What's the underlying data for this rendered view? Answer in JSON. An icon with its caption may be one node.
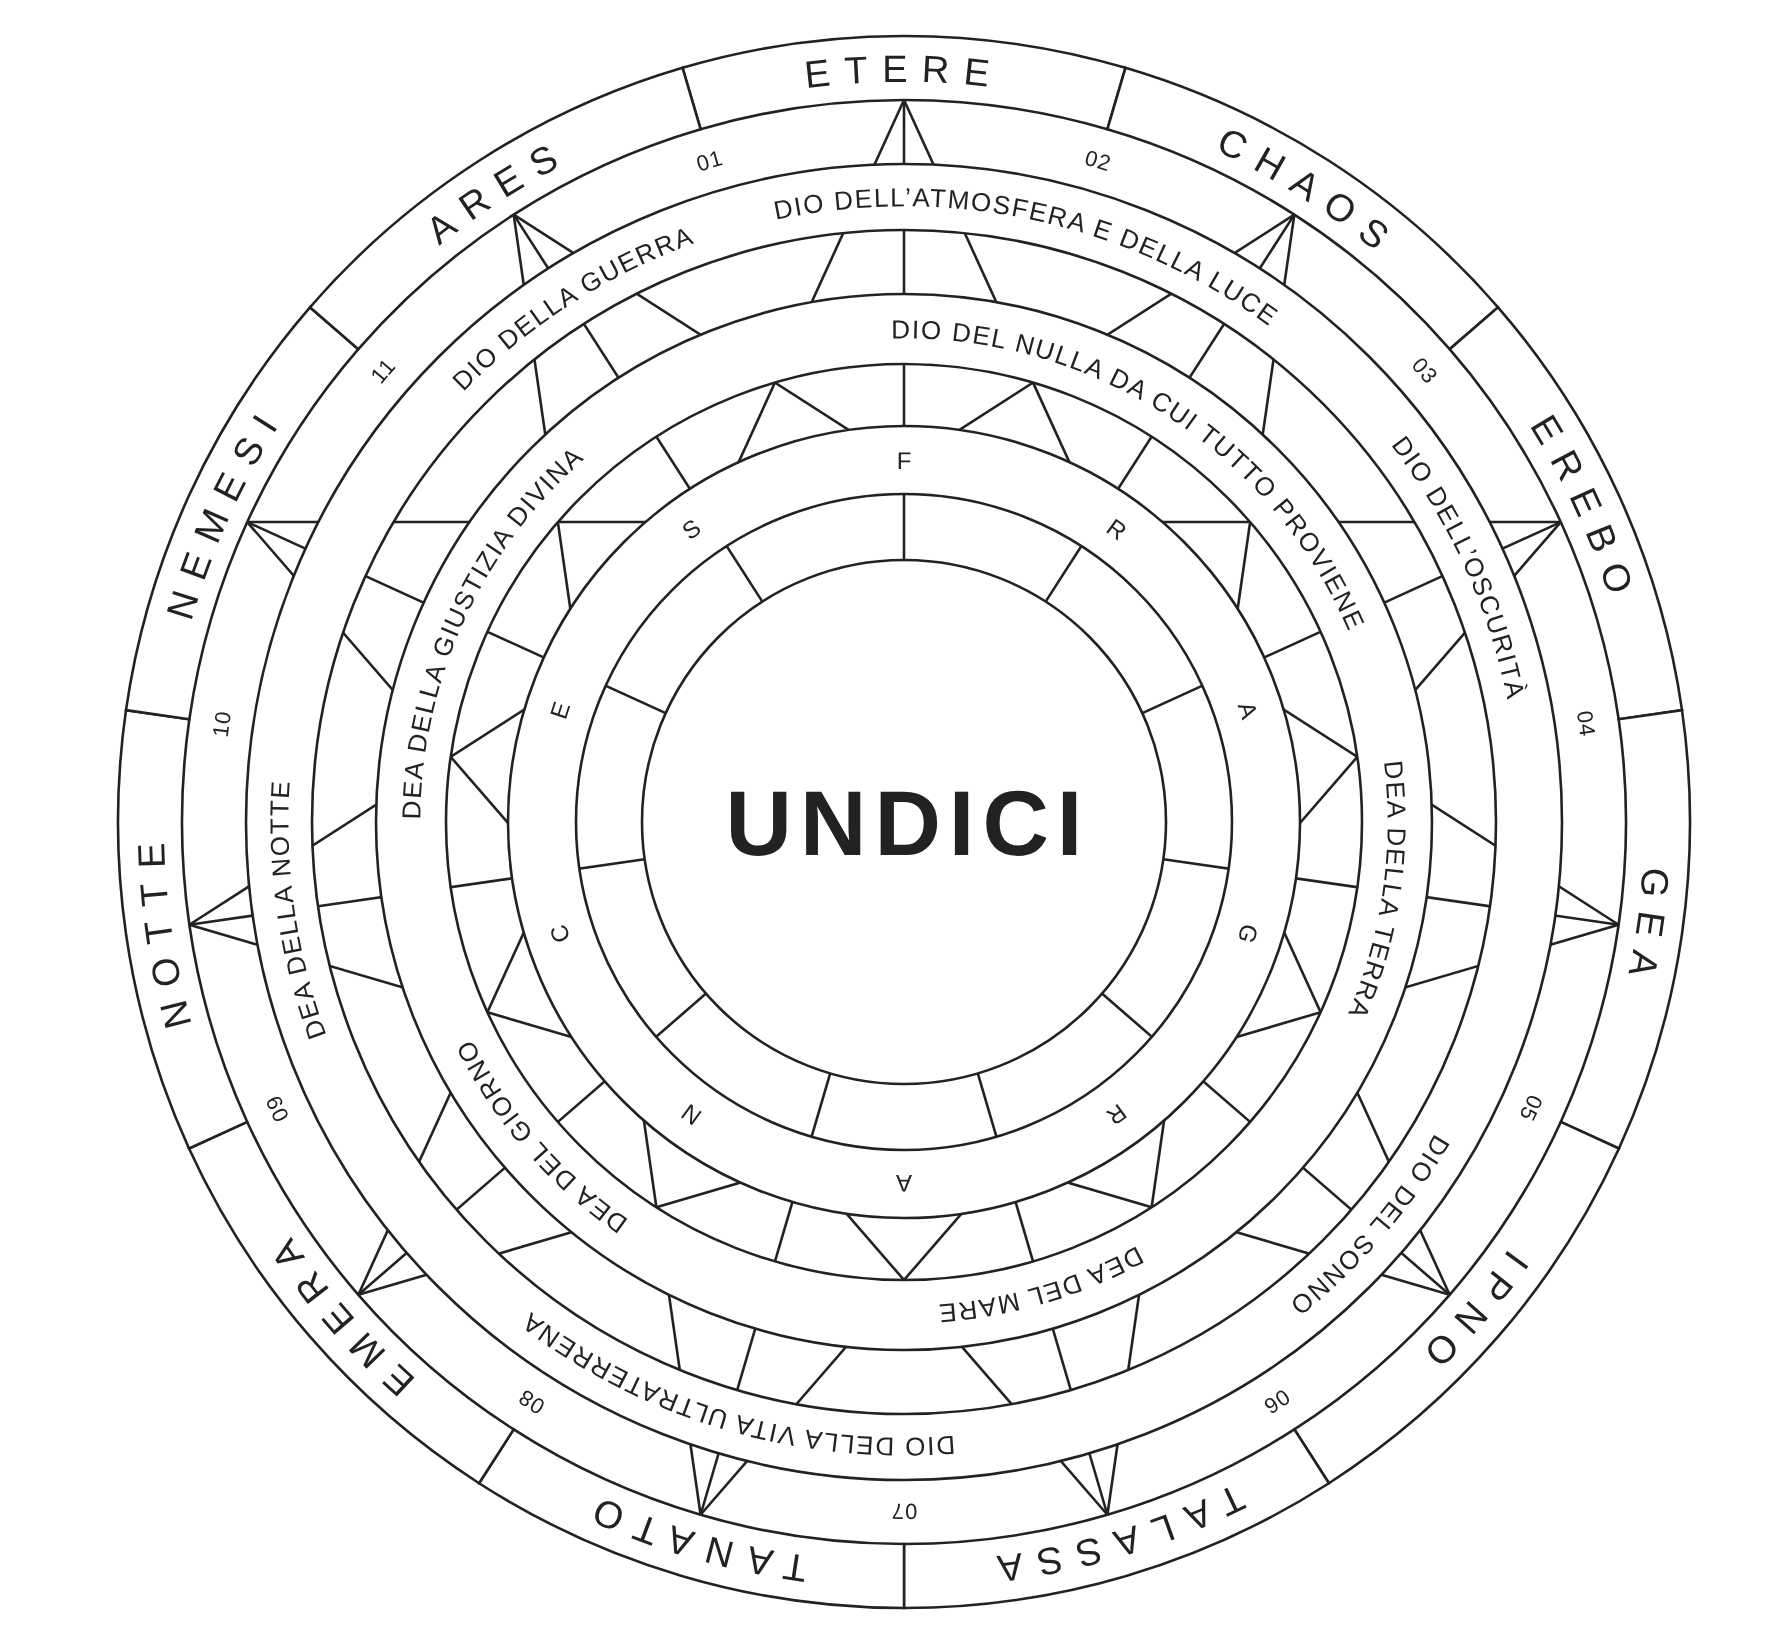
{
  "diagram": {
    "nodes": [
      {
        "text": [
          "ETERE"
        ]
      },
      {
        "text": [
          "CHAOS"
        ]
      },
      {
        "text": [
          "EREBO"
        ]
      },
      {
        "text": [
          "GEA"
        ]
      },
      {
        "text": [
          "IPNO"
        ]
      },
      {
        "text": [
          "TALASSA"
        ]
      },
      {
        "text": [
          "TANATO"
        ]
      },
      {
        "text": [
          "EMERA"
        ]
      },
      {
        "text": [
          "NOTTE"
        ]
      },
      {
        "text": [
          "NEMESI"
        ]
      },
      {
        "text": [
          "ARES"
        ]
      },
      {
        "text": [
          "UNDICI"
        ]
      }
    ],
    "labels": [
      "01",
      "02",
      "03",
      "04",
      "05",
      "06",
      "07",
      "08",
      "09",
      "10",
      "11",
      "DIO DELL’ATMOSFERA E DELLA LUCE",
      "DIO DEL NULLA DA CUI TUTTO PROVIENE",
      "DIO DELL’OSCURITÀ",
      "DEA DELLA TERRA",
      "DIO DEL SONNO",
      "DEA DEL MARE",
      "DIO DELLA VITA ULTRATERRENA",
      "DEA DEL GIORNO",
      "DEA DELLA NOTTE",
      "DEA DELLA GIUSTIZIA DIVINA",
      "DIO DELLA GUERRA",
      "F",
      "R",
      "A",
      "G",
      "R",
      "A",
      "N",
      "C",
      "E",
      "S"
    ]
  }
}
